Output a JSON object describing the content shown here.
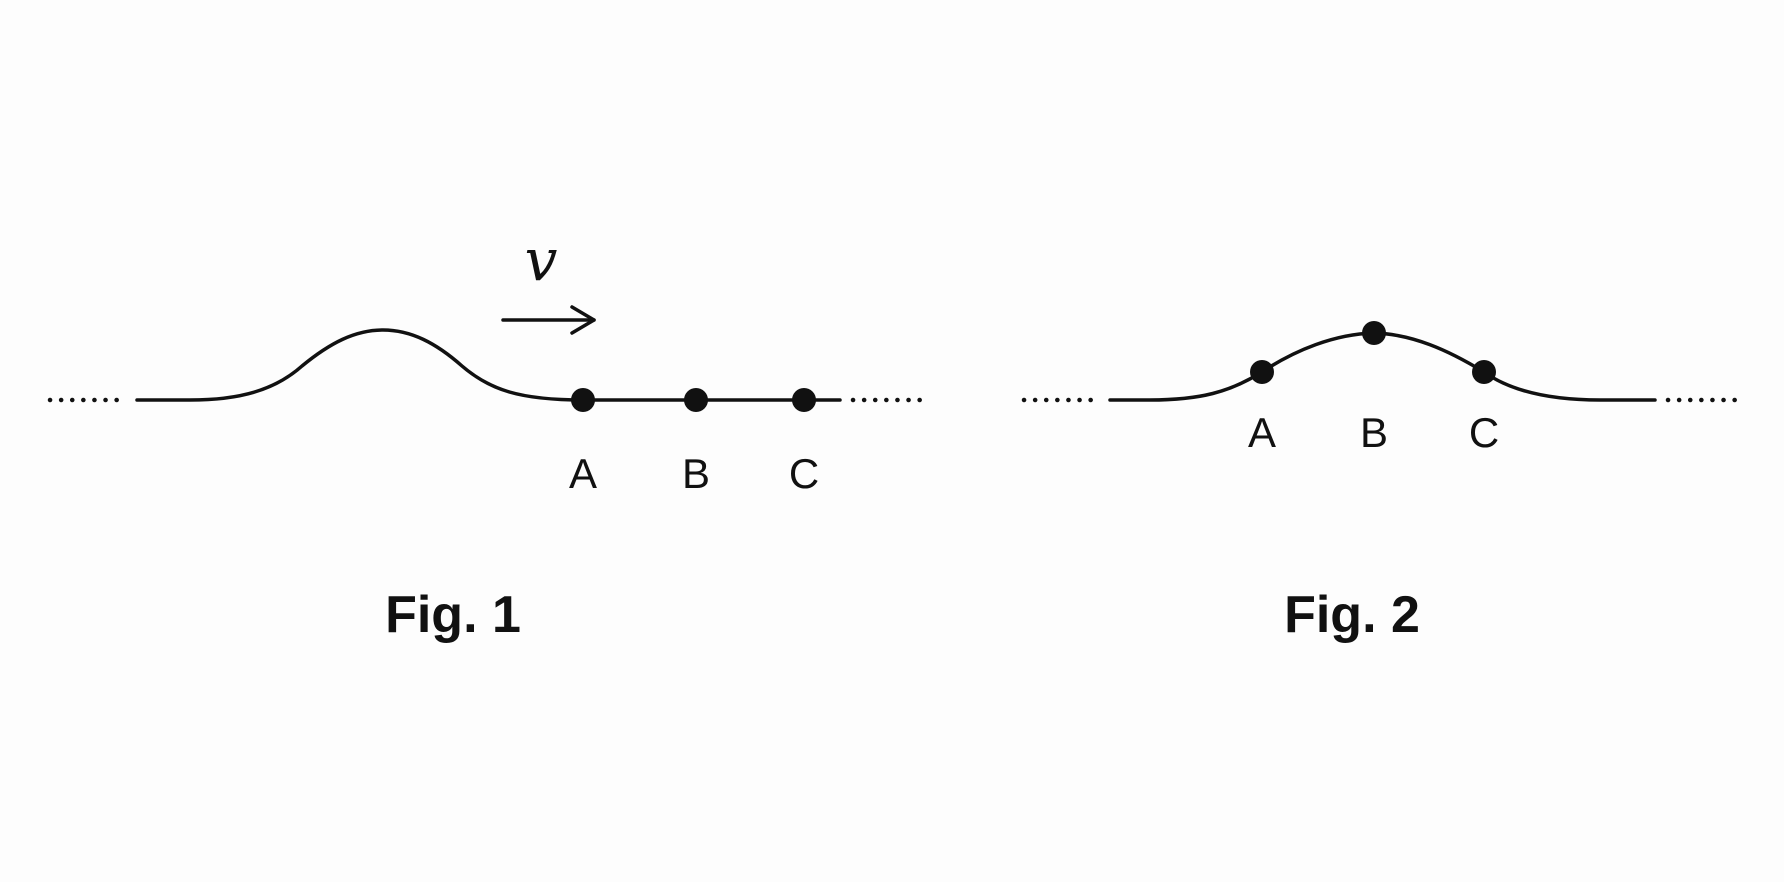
{
  "figure1": {
    "caption": "Fig. 1",
    "velocity_label": "v",
    "points": [
      {
        "label": "A"
      },
      {
        "label": "B"
      },
      {
        "label": "C"
      }
    ]
  },
  "figure2": {
    "caption": "Fig. 2",
    "points": [
      {
        "label": "A"
      },
      {
        "label": "B"
      },
      {
        "label": "C"
      }
    ]
  }
}
